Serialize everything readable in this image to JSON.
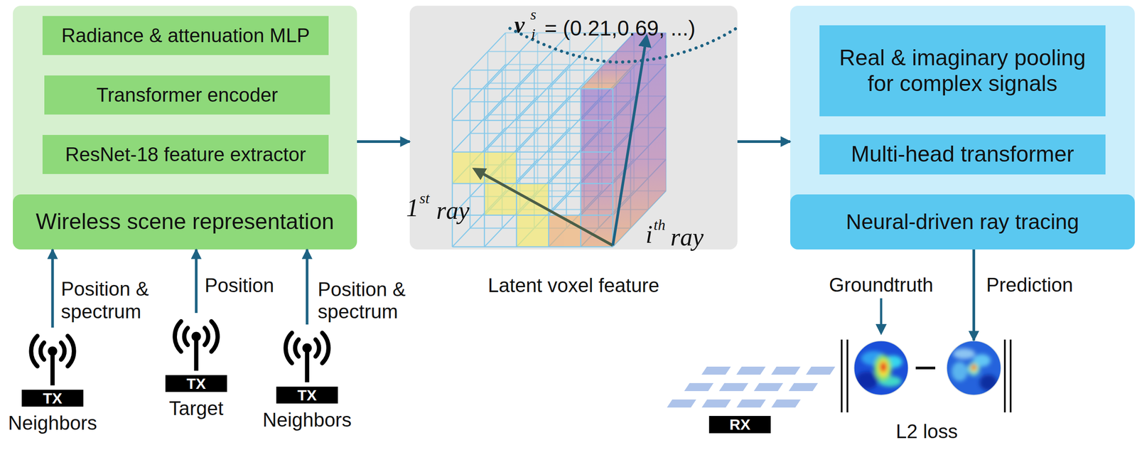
{
  "diagram": {
    "nodes": [
      {
        "text": [
          "Wireless scene representation"
        ]
      },
      {
        "text": [
          "Radiance & attenuation MLP"
        ],
        "in": 0
      },
      {
        "text": [
          "Transformer encoder"
        ],
        "in": 0
      },
      {
        "text": [
          "ResNet-18 feature extractor"
        ],
        "in": 0
      },
      {
        "text": [
          "Latent voxel feature"
        ]
      },
      {
        "text": [
          "Neural-driven ray tracing"
        ]
      },
      {
        "text": [
          "Real & imaginary pooling for complex signals"
        ],
        "in": 5
      },
      {
        "text": [
          "Multi-head transformer"
        ],
        "in": 5
      },
      {
        "text": [
          "TX",
          "Neighbors"
        ]
      },
      {
        "text": [
          "TX",
          "Target"
        ]
      },
      {
        "text": [
          "TX",
          "Neighbors"
        ]
      },
      {
        "text": [
          "Groundtruth"
        ]
      },
      {
        "text": [
          "Prediction"
        ]
      },
      {
        "text": [
          "RX"
        ]
      }
    ],
    "edges": [
      {
        "from": 0,
        "to": 4,
        "arrow": "to"
      },
      {
        "from": 4,
        "to": 5,
        "arrow": "to"
      },
      {
        "from": 8,
        "to": 0,
        "label": "Position & spectrum",
        "arrow": "to"
      },
      {
        "from": 9,
        "to": 0,
        "label": "Position",
        "arrow": "to"
      },
      {
        "from": 10,
        "to": 0,
        "label": "Position & spectrum",
        "arrow": "to"
      },
      {
        "from": 5,
        "to": 12,
        "arrow": "to"
      }
    ],
    "labels": [
      "v",
      "s",
      "i",
      "= (0.21,0.69, ...)",
      "1",
      "st",
      "ray",
      "i",
      "th",
      "ray",
      "L2 loss"
    ]
  }
}
